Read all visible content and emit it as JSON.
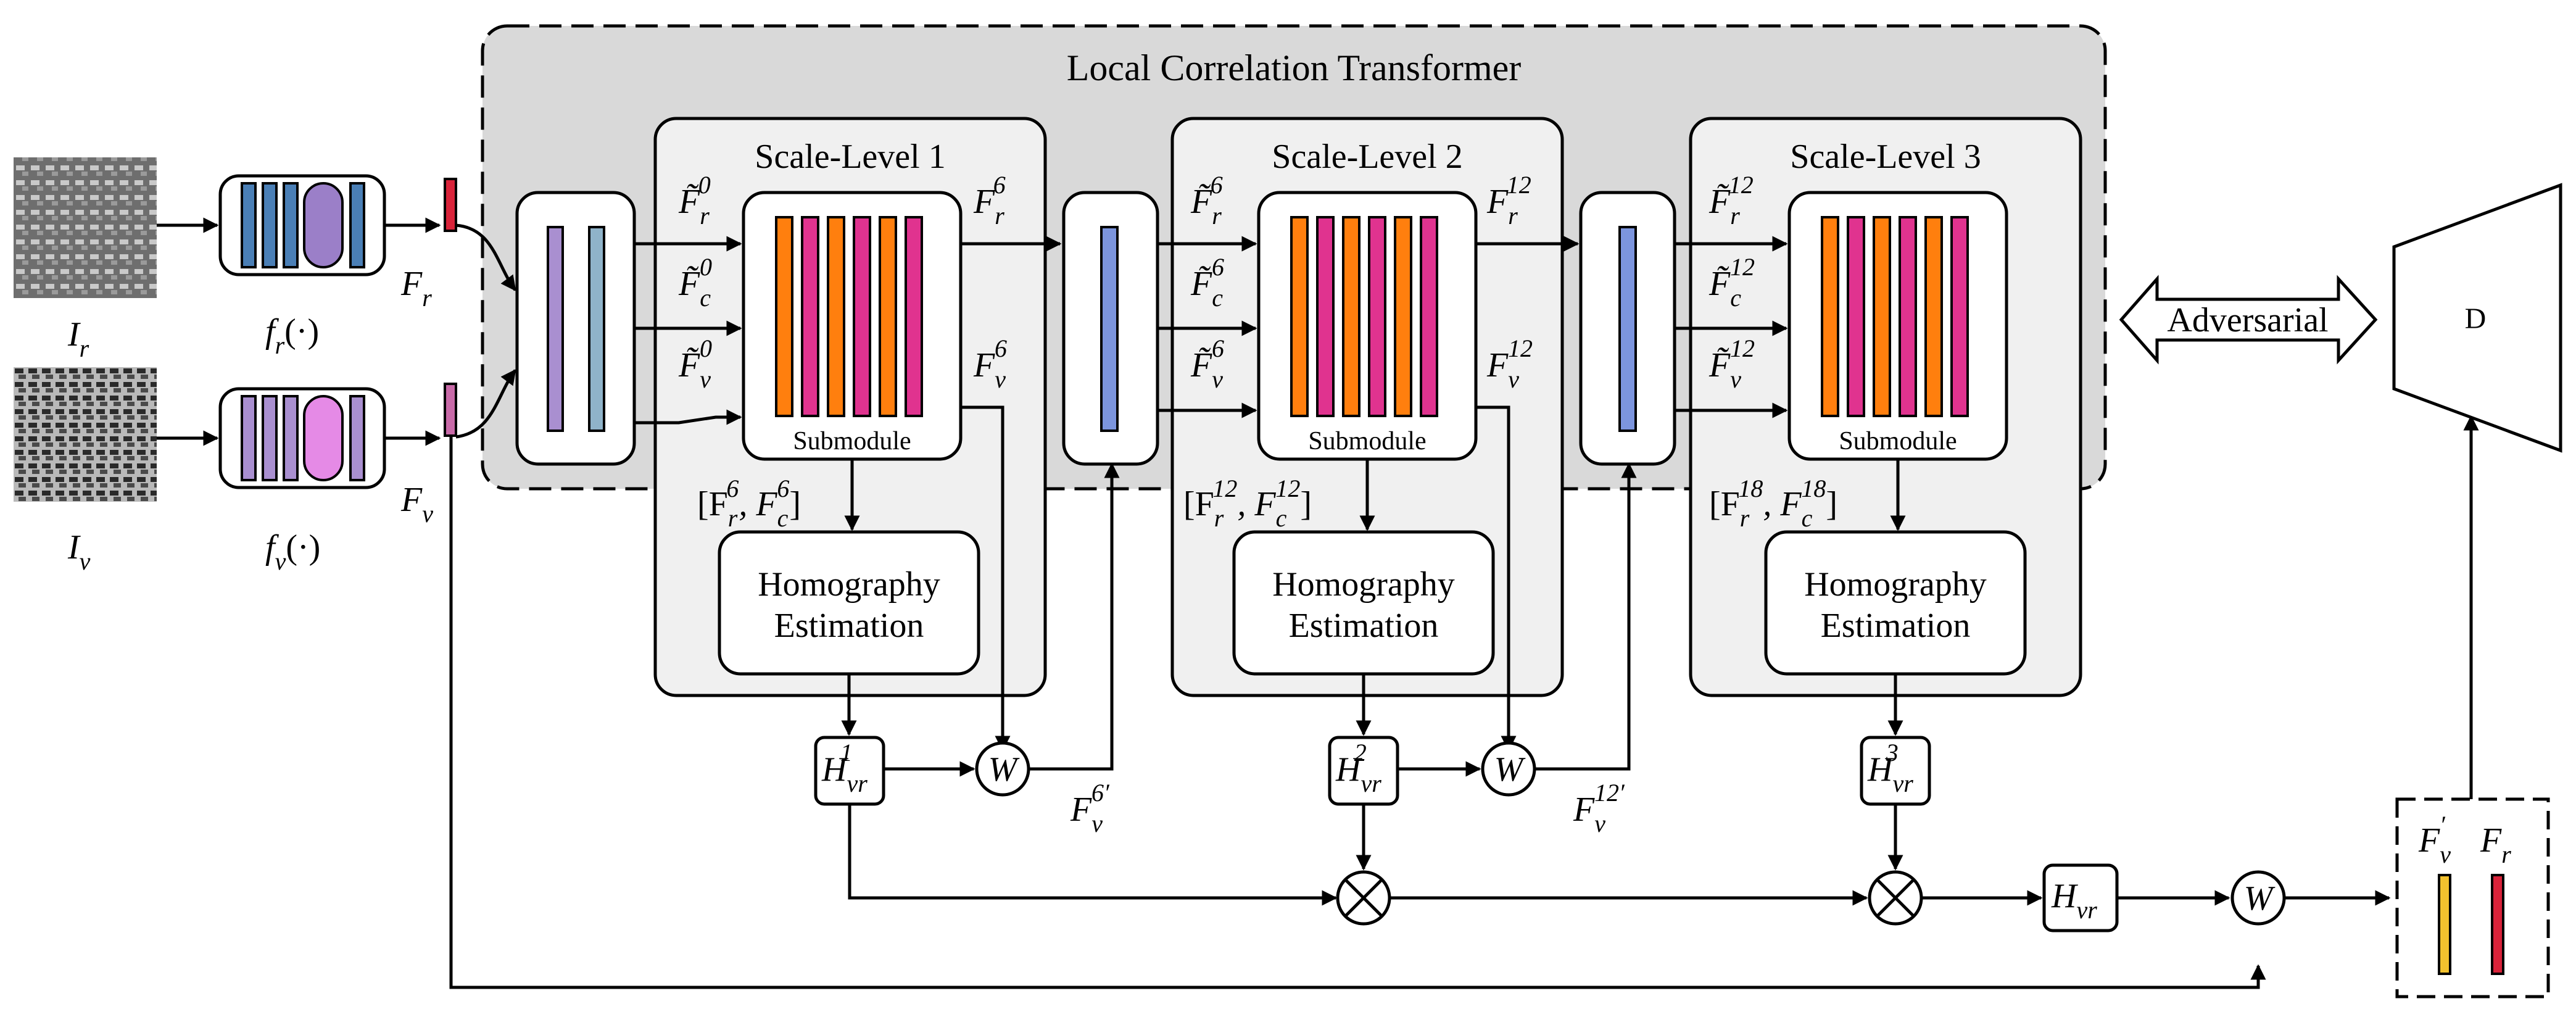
{
  "diagram": {
    "title": "Local Correlation Transformer",
    "inputs": {
      "ir_label": "I",
      "ir_sub": "r",
      "iv_label": "I",
      "iv_sub": "v"
    },
    "encoders": {
      "fr_label": "f",
      "fr_sub": "r",
      "fr_arg": "(·)",
      "fv_label": "f",
      "fv_sub": "v",
      "fv_arg": "(·)"
    },
    "features": {
      "Fr": "F",
      "Fr_sub": "r",
      "Fv": "F",
      "Fv_sub": "v"
    },
    "scale_levels": [
      {
        "title": "Scale-Level 1",
        "submodule": "Submodule",
        "in_r": "F̃",
        "in_r_sub": "r",
        "in_r_sup": "0",
        "in_c": "F̃",
        "in_c_sub": "c",
        "in_c_sup": "0",
        "in_v": "F̃",
        "in_v_sub": "v",
        "in_v_sup": "0",
        "out_r": "F",
        "out_r_sub": "r",
        "out_r_sup": "6",
        "out_v": "F",
        "out_v_sub": "v",
        "out_v_sup": "6",
        "concat": "[F",
        "concat_r_sub": "r",
        "concat_r_sup": "6",
        "concat_mid": ", F",
        "concat_c_sub": "c",
        "concat_c_sup": "6",
        "concat_end": "]",
        "homography": [
          "Homography",
          "Estimation"
        ],
        "H": "H",
        "H_sub": "vr",
        "H_sup": "1",
        "warp": "W",
        "warped": "F",
        "warped_sub": "v",
        "warped_sup": "6′"
      },
      {
        "title": "Scale-Level 2",
        "submodule": "Submodule",
        "in_r": "F̃",
        "in_r_sub": "r",
        "in_r_sup": "6",
        "in_c": "F̃",
        "in_c_sub": "c",
        "in_c_sup": "6",
        "in_v": "F̃",
        "in_v_sub": "v",
        "in_v_sup": "6",
        "out_r": "F",
        "out_r_sub": "r",
        "out_r_sup": "12",
        "out_v": "F",
        "out_v_sub": "v",
        "out_v_sup": "12",
        "concat": "[F",
        "concat_r_sub": "r",
        "concat_r_sup": "12",
        "concat_mid": ", F",
        "concat_c_sub": "c",
        "concat_c_sup": "12",
        "concat_end": "]",
        "homography": [
          "Homography",
          "Estimation"
        ],
        "H": "H",
        "H_sub": "vr",
        "H_sup": "2",
        "warp": "W",
        "warped": "F",
        "warped_sub": "v",
        "warped_sup": "12′"
      },
      {
        "title": "Scale-Level 3",
        "submodule": "Submodule",
        "in_r": "F̃",
        "in_r_sub": "r",
        "in_r_sup": "12",
        "in_c": "F̃",
        "in_c_sub": "c",
        "in_c_sup": "12",
        "in_v": "F̃",
        "in_v_sub": "v",
        "in_v_sup": "12",
        "concat": "[F",
        "concat_r_sub": "r",
        "concat_r_sup": "18",
        "concat_mid": ", F",
        "concat_c_sub": "c",
        "concat_c_sup": "18",
        "concat_end": "]",
        "homography": [
          "Homography",
          "Estimation"
        ],
        "H": "H",
        "H_sub": "vr",
        "H_sup": "3"
      }
    ],
    "final": {
      "H": "H",
      "H_sub": "vr",
      "warp": "W",
      "Fv_prime": "F",
      "Fv_prime_sub": "v",
      "Fv_prime_sup": "′",
      "Fr": "F",
      "Fr_sub": "r"
    },
    "adversarial": "Adversarial",
    "discriminator": "D",
    "colors": {
      "orange": "#ff7f0e",
      "magenta": "#e0338f",
      "blue": "#4a7fb6",
      "lavender": "#a98fd0",
      "violet": "#9b7fc8",
      "pink": "#e58ae6",
      "steel": "#8fb3c9",
      "slate": "#7c95de",
      "red": "#d9233a",
      "mauve": "#c86aa8",
      "yellow": "#f2c12e",
      "panel": "#d9d9d9",
      "box": "#f0f0f0"
    }
  }
}
